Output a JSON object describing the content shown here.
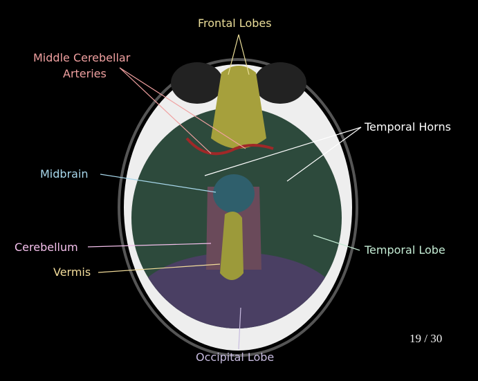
{
  "labels": {
    "frontal_lobes": "Frontal Lobes",
    "middle_cerebellar_arteries_line1": "Middle Cerebellar",
    "middle_cerebellar_arteries_line2": "Arteries",
    "temporal_horns": "Temporal Horns",
    "midbrain": "Midbrain",
    "cerebellum": "Cerebellum",
    "vermis": "Vermis",
    "temporal_lobe": "Temporal Lobe",
    "occipital_lobe": "Occipital Lobe"
  },
  "colors": {
    "frontal_lobes": "#ecdf9a",
    "arteries": "#f0a0a0",
    "temporal_horns": "#ffffff",
    "midbrain": "#a8d8ec",
    "cerebellum": "#f4c0ec",
    "vermis": "#f2dc9a",
    "temporal_lobe": "#c4ecd4",
    "occipital_lobe": "#c8bce0"
  },
  "slide_counter": "19 / 30"
}
